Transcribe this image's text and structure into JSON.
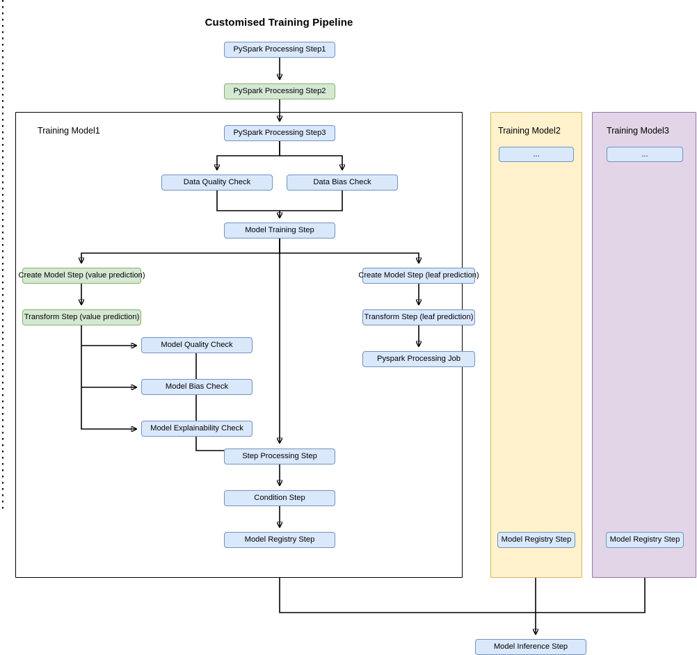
{
  "title": "Customised Training Pipeline",
  "colors": {
    "blue_fill": "#dae8fc",
    "blue_border": "#7192be",
    "green_fill": "#d5e8d4",
    "green_border": "#82b366",
    "model2_fill": "#fff2cc",
    "model2_border": "#d6b656",
    "model3_fill": "#e1d5e7",
    "model3_border": "#9673a6",
    "container_border": "#000000",
    "connector": "#000000",
    "background": "#ffffff"
  },
  "top_nodes": [
    {
      "id": "pyspark_step1",
      "label": "PySpark Processing Step1",
      "style": "blue"
    },
    {
      "id": "pyspark_step2",
      "label": "PySpark Processing Step2",
      "style": "green"
    }
  ],
  "groups": [
    {
      "id": "model1",
      "label": "Training Model1",
      "style": "plain"
    },
    {
      "id": "model2",
      "label": "Training Model2",
      "style": "yellow"
    },
    {
      "id": "model3",
      "label": "Training Model3",
      "style": "purple"
    }
  ],
  "model1_nodes": [
    {
      "id": "pyspark_step3",
      "label": "PySpark Processing Step3",
      "style": "blue"
    },
    {
      "id": "data_quality_check",
      "label": "Data Quality Check",
      "style": "blue"
    },
    {
      "id": "data_bias_check",
      "label": "Data Bias Check",
      "style": "blue"
    },
    {
      "id": "model_training_step",
      "label": "Model Training Step",
      "style": "blue"
    },
    {
      "id": "create_model_value",
      "label": "Create Model Step (value prediction)",
      "style": "green"
    },
    {
      "id": "transform_value",
      "label": "Transform Step (value prediction)",
      "style": "green"
    },
    {
      "id": "model_quality_check",
      "label": "Model Quality Check",
      "style": "blue"
    },
    {
      "id": "model_bias_check",
      "label": "Model Bias Check",
      "style": "blue"
    },
    {
      "id": "model_explainability_check",
      "label": "Model Explainability Check",
      "style": "blue"
    },
    {
      "id": "create_model_leaf",
      "label": "Create Model Step (leaf prediction)",
      "style": "blue"
    },
    {
      "id": "transform_leaf",
      "label": "Transform Step (leaf prediction)",
      "style": "blue"
    },
    {
      "id": "pyspark_processing_job",
      "label": "Pyspark Processing Job",
      "style": "blue"
    },
    {
      "id": "step_processing_step",
      "label": "Step Processing Step",
      "style": "blue"
    },
    {
      "id": "condition_step",
      "label": "Condition Step",
      "style": "blue"
    },
    {
      "id": "model_registry_step_1",
      "label": "Model Registry Step",
      "style": "blue"
    }
  ],
  "model2_nodes": [
    {
      "id": "model2_ellipsis",
      "label": "...",
      "style": "blue"
    },
    {
      "id": "model_registry_step_2",
      "label": "Model Registry Step",
      "style": "blue"
    }
  ],
  "model3_nodes": [
    {
      "id": "model3_ellipsis",
      "label": "...",
      "style": "blue"
    },
    {
      "id": "model_registry_step_3",
      "label": "Model Registry Step",
      "style": "blue"
    }
  ],
  "bottom_nodes": [
    {
      "id": "model_inference_step",
      "label": "Model Inference Step",
      "style": "blue"
    }
  ]
}
